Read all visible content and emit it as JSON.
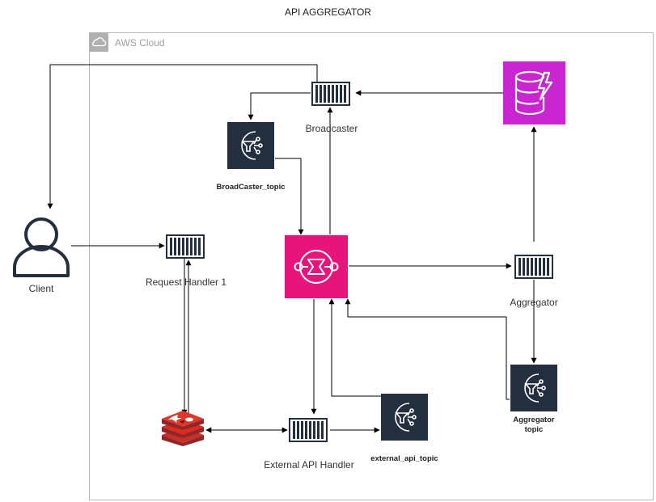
{
  "title": "API AGGREGATOR",
  "cloud": {
    "label": "AWS Cloud"
  },
  "nodes": {
    "client": {
      "label": "Client"
    },
    "request_handler": {
      "label": "Request Handler 1"
    },
    "broadcaster": {
      "label": "Broadcaster"
    },
    "broadcaster_topic": {
      "label": "BroadCaster_topic"
    },
    "aggregator": {
      "label": "Aggregator"
    },
    "aggregator_topic": {
      "label": "Aggregator topic"
    },
    "external_api_handler": {
      "label": "External API Handler"
    },
    "external_api_topic": {
      "label": "external_api_topic"
    }
  },
  "colors": {
    "eventbridge": "#e7157b",
    "dynamodb": "#c925d1",
    "redis": "#c6302b",
    "icon_dark": "#232f3e",
    "client": "#232f3e"
  },
  "icons": {
    "client": "user-icon",
    "queue": "sqs-queue-icon",
    "topic": "sns-topic-icon",
    "eventbridge": "eventbridge-icon",
    "dynamodb": "dynamodb-icon",
    "redis": "redis-icon"
  }
}
